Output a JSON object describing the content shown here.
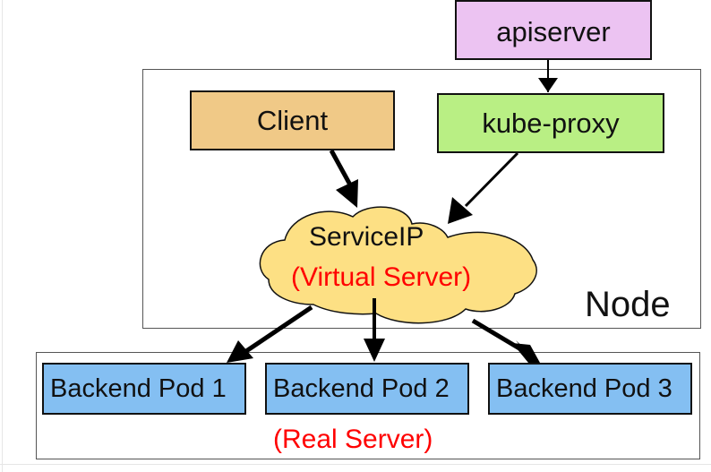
{
  "diagram": {
    "apiserver": {
      "label": "apiserver",
      "color": "#ecc3f2"
    },
    "client": {
      "label": "Client",
      "color": "#f0c987"
    },
    "kube_proxy": {
      "label": "kube-proxy",
      "color": "#b9ef84"
    },
    "service_ip": {
      "title": "ServiceIP",
      "subtitle": "(Virtual Server)",
      "color": "#fde084",
      "subtitle_color": "#ff0000"
    },
    "node": {
      "label": "Node"
    },
    "real_server": {
      "label": "(Real Server)",
      "color": "#ff0000"
    },
    "pods": [
      {
        "label": "Backend Pod 1",
        "color": "#84bff2"
      },
      {
        "label": "Backend Pod 2",
        "color": "#84bff2"
      },
      {
        "label": "Backend Pod 3",
        "color": "#84bff2"
      }
    ],
    "edges": [
      {
        "from": "apiserver",
        "to": "kube-proxy"
      },
      {
        "from": "Client",
        "to": "ServiceIP"
      },
      {
        "from": "kube-proxy",
        "to": "ServiceIP"
      },
      {
        "from": "ServiceIP",
        "to": "Backend Pod 1"
      },
      {
        "from": "ServiceIP",
        "to": "Backend Pod 2"
      },
      {
        "from": "ServiceIP",
        "to": "Backend Pod 3"
      }
    ]
  }
}
